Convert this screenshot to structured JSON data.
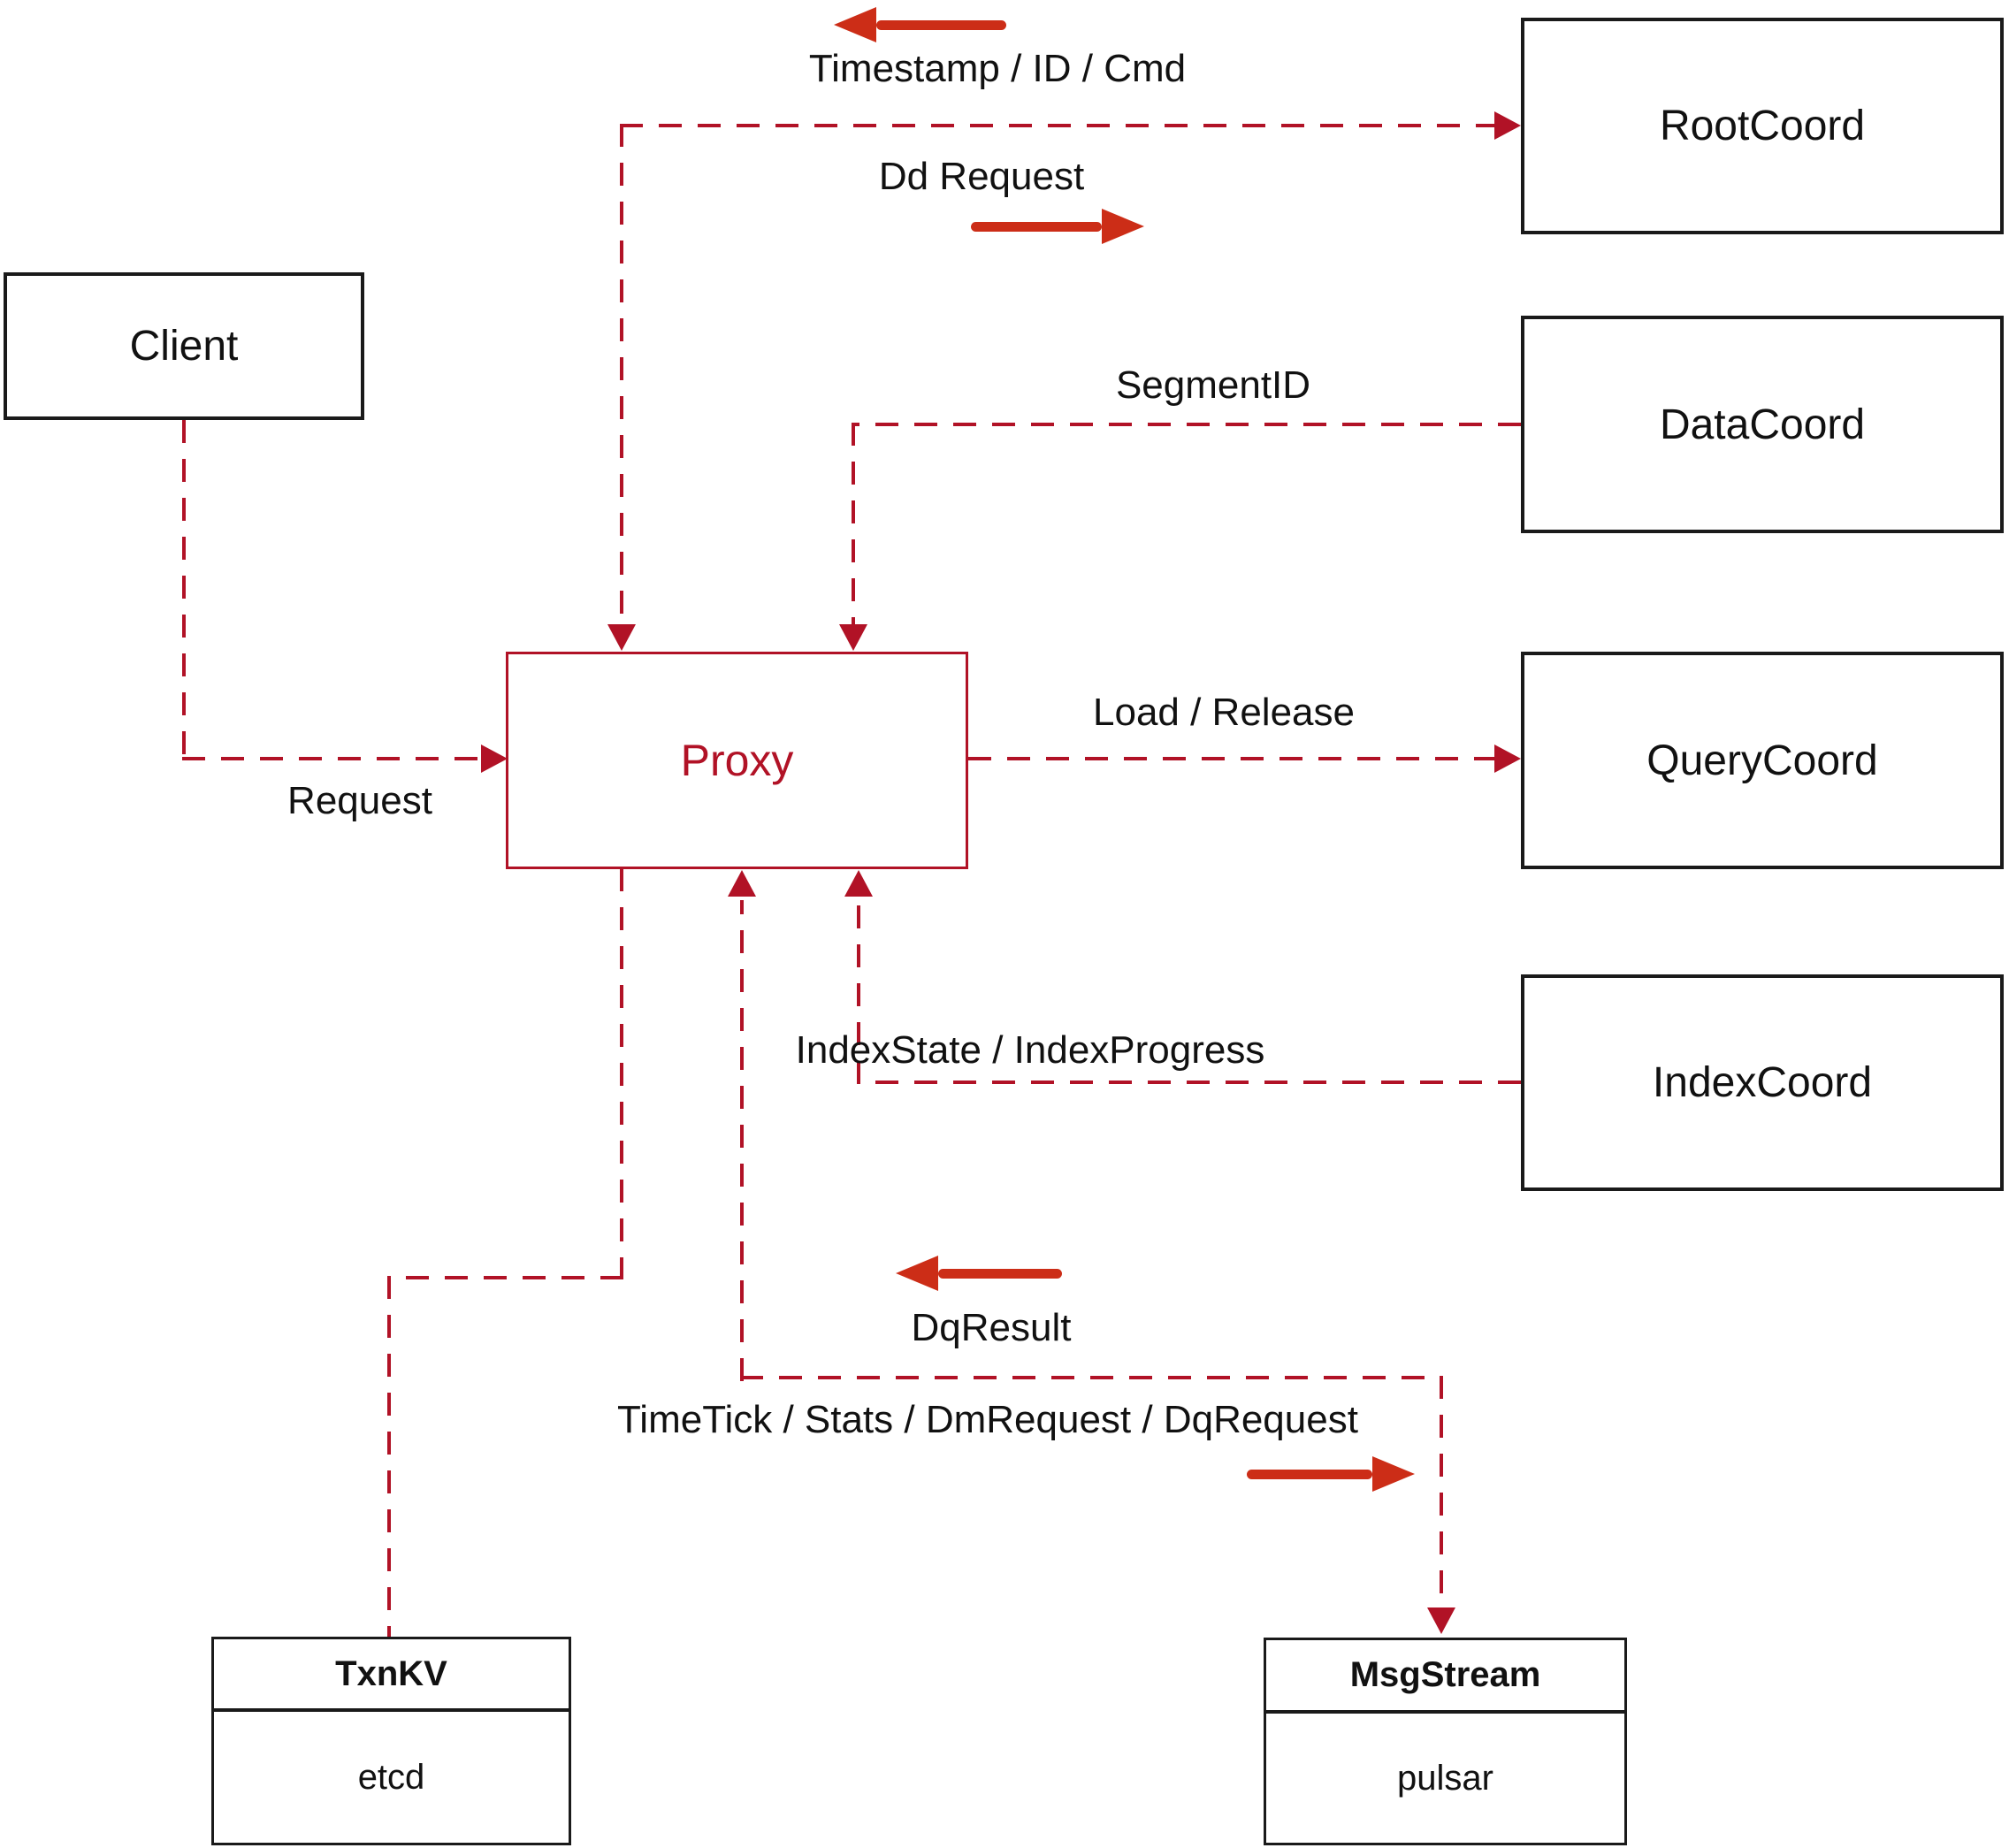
{
  "colors": {
    "line": "#b11226",
    "arrow": "#cc2d17",
    "border": "#1a1a1a",
    "text": "#111111"
  },
  "nodes": {
    "client": {
      "label": "Client"
    },
    "proxy": {
      "label": "Proxy"
    },
    "rootcoord": {
      "label": "RootCoord"
    },
    "datacoord": {
      "label": "DataCoord"
    },
    "querycoord": {
      "label": "QueryCoord"
    },
    "indexcoord": {
      "label": "IndexCoord"
    },
    "txnkv": {
      "label": "TxnKV",
      "impl": "etcd"
    },
    "msgstream": {
      "label": "MsgStream",
      "impl": "pulsar"
    }
  },
  "edges": {
    "timestamp": "Timestamp / ID / Cmd",
    "dd_request": "Dd Request",
    "segment_id": "SegmentID",
    "load_release": "Load / Release",
    "request": "Request",
    "index_state": "IndexState / IndexProgress",
    "dq_result": "DqResult",
    "timetick": "TimeTick / Stats / DmRequest / DqRequest"
  }
}
